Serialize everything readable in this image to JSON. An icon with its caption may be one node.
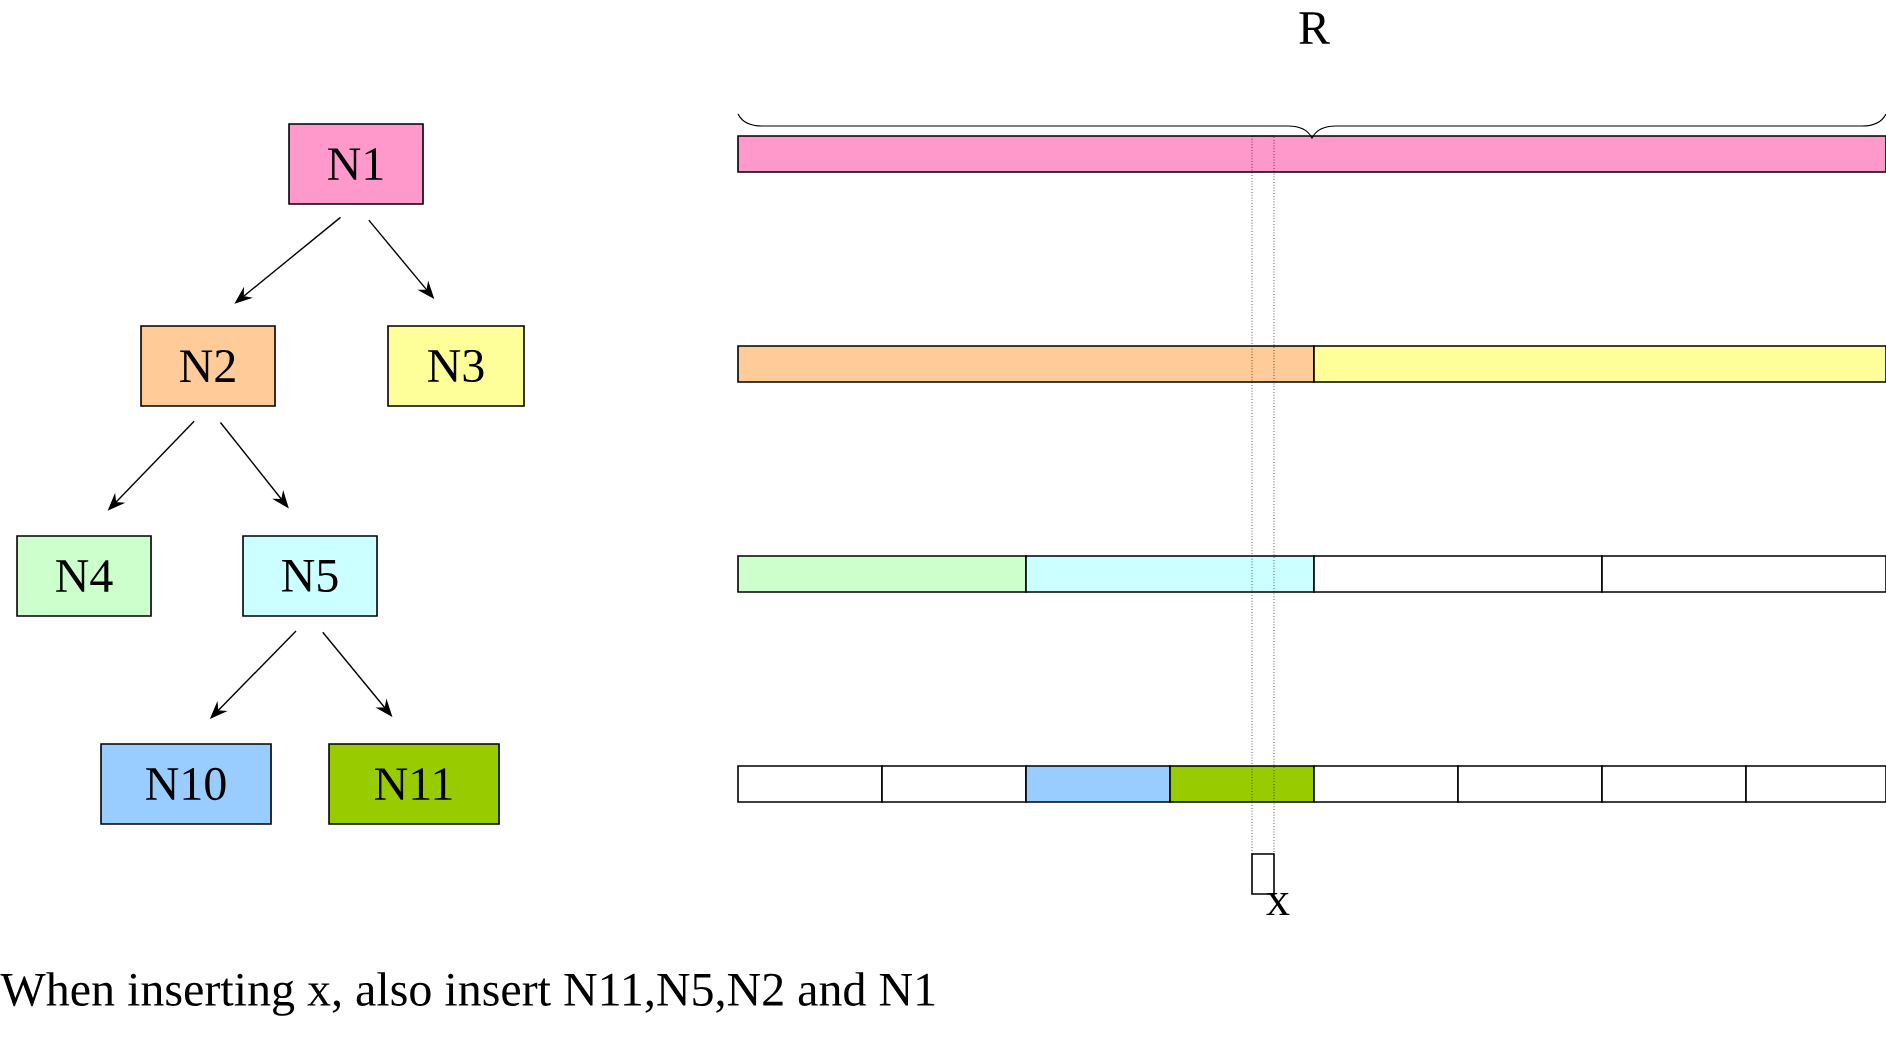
{
  "diagram": {
    "caption": "When inserting x, also insert N11,N5,N2 and N1",
    "nodes": [
      {
        "text": [
          "N1"
        ]
      },
      {
        "text": [
          "N2"
        ]
      },
      {
        "text": [
          "N3"
        ]
      },
      {
        "text": [
          "N4"
        ]
      },
      {
        "text": [
          "N5"
        ]
      },
      {
        "text": [
          "N10"
        ]
      },
      {
        "text": [
          "N11"
        ]
      }
    ],
    "edges": [
      {
        "from": 0,
        "to": 1,
        "arrow": "to"
      },
      {
        "from": 0,
        "to": 2,
        "arrow": "to"
      },
      {
        "from": 1,
        "to": 3,
        "arrow": "to"
      },
      {
        "from": 1,
        "to": 4,
        "arrow": "to"
      },
      {
        "from": 4,
        "to": 5,
        "arrow": "to"
      },
      {
        "from": 4,
        "to": 6,
        "arrow": "to"
      }
    ],
    "labels": [
      "R",
      "x"
    ]
  }
}
